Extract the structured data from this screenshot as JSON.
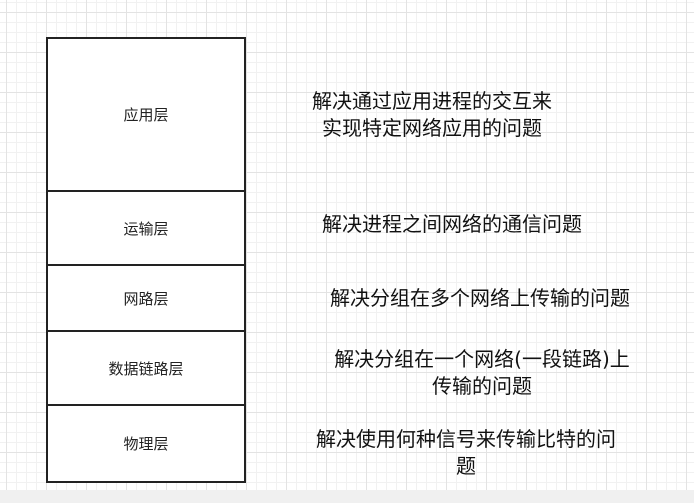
{
  "layers": [
    {
      "name": "应用层",
      "desc_lines": [
        "解决通过应用进程的交互来",
        "实现特定网络应用的问题"
      ]
    },
    {
      "name": "运输层",
      "desc_lines": [
        "解决进程之间网络的通信问题"
      ]
    },
    {
      "name": "网路层",
      "desc_lines": [
        "解决分组在多个网络上传输的问题"
      ]
    },
    {
      "name": "数据链路层",
      "desc_lines": [
        "解决分组在一个网络(一段链路)上",
        "传输的问题"
      ]
    },
    {
      "name": "物理层",
      "desc_lines": [
        "解决使用何种信号来传输比特的问",
        "题"
      ]
    }
  ]
}
